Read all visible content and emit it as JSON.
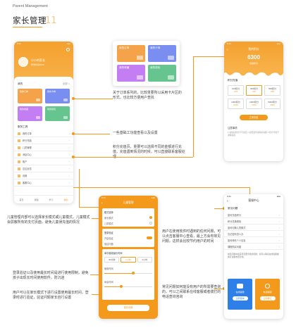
{
  "header": {
    "subtitle": "Parent Management",
    "title": "家长管理",
    "number": "11"
  },
  "notes": {
    "n1": "关于订单系列的，比较重要所以采用卡片区的形式，也比较方便用户查找",
    "n2": "一些基础工功能查看以及设置",
    "n3": "积分充值页，重要可以选择不同的金额进行充值，充值遇到情况的时候，可以直接联系客服处理",
    "n4": "儿童管理内部可以选择家长模式或儿童模式，儿童模式会屏蔽所有的支付页面，避免儿童误充值的情况",
    "n5": "登录验证以及使用最长时间是进行使用限制，避免孩子出现长时间使用软件，防沉迷",
    "n6": "用户可以在家长模式下进行设置使用最长时间，登录时进行验证，验证问题家长自行设置",
    "n7": "用户在使用软件时遇到的任何问题，可以点击客服中心查看，最上方会有常见问题，这样会比较节约用户的时间",
    "n8": "常见问题如何能没有用户的所需要查询的，可以之间联系在线客服或者拨打的电话查询咨询"
  },
  "phone1": {
    "time": "9:41",
    "user_name": "小小的家长",
    "user_sub": "登录时间2019",
    "section_orders": "我的",
    "orders_more": "全部 >",
    "cards": [
      "我的订单",
      "我的卡券",
      "我的收藏",
      "我的钱包"
    ],
    "section_service": "服务工具",
    "menu": [
      "我的订单",
      "积分充值",
      "儿童管理",
      "消息中心",
      "账户",
      "意见反馈",
      "设置",
      "客服中心"
    ],
    "tabs": [
      "首页",
      "课程",
      "学习",
      "我的"
    ]
  },
  "phone2": {
    "cards": [
      "我的订单",
      "我的卡券",
      "我的收藏",
      "我的钱包"
    ]
  },
  "phone3": {
    "title": "我的积分",
    "points": "6300",
    "points_label": "当前积分",
    "recharge_label": "积分充值",
    "amounts": [
      "100积分",
      "300积分",
      "500积分",
      "1000积分",
      "2000积分",
      "5000积分"
    ],
    "prices": [
      "¥10",
      "¥30",
      "¥50",
      "¥100",
      "¥200",
      "¥500"
    ],
    "confirm": "立即充值",
    "notes_title": "注意事项",
    "notes_text": "1.充值后积分不可退还 2.如有疑问请联系客服 3.积分可用于课程兑换"
  },
  "phone4": {
    "title": "儿童管理",
    "mode_title": "模式选择",
    "modes": [
      "家长模式",
      "儿童模式"
    ],
    "verify_title": "登录验证",
    "verify_items": [
      "开启验证",
      "验证问题"
    ],
    "time_title": "单次使用最长时间",
    "time_opts": [
      "30分钟",
      "1小时",
      "2小时"
    ],
    "slider1": "使用时间",
    "slider2": "休息时间",
    "confirm": "保存设置"
  },
  "phone5": {
    "title": "客服中心",
    "faq_title": "常见问题",
    "faqs": [
      "如何充值积分",
      "积分兑换规则",
      "如何切换儿童模式",
      "忘记密码怎么办",
      "如何修改个人信息",
      "课程购买问题"
    ],
    "tip": "常见问题中如没有您要查找的问题，您可以联系在线客服或拨打客服电话咨询。",
    "online": "在线客服",
    "online_btn": "立即咨询",
    "phone": "电话客服",
    "phone_btn": "立即拨打"
  },
  "colors": {
    "accent": "#f39a1c",
    "card1": "#f5a34a",
    "card2": "#7a8df0",
    "card3": "#c27ef2",
    "card4": "#66c48f"
  },
  "icons": [
    "settings-icon",
    "chevron-right-icon",
    "chat-icon",
    "phone-icon",
    "back-icon"
  ]
}
